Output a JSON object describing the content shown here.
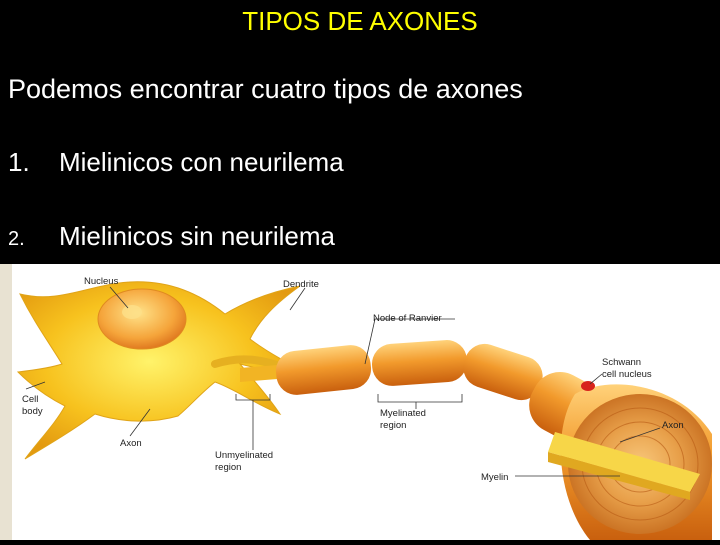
{
  "title": "TIPOS DE AXONES",
  "intro": "Podemos encontrar cuatro tipos de axones",
  "items": [
    {
      "number": "1.",
      "text": "Mielinicos con neurilema"
    },
    {
      "number": "2.",
      "text": "Mielinicos sin neurilema"
    }
  ],
  "diagram": {
    "labels": {
      "nucleus": "Nucleus",
      "dendrite": "Dendrite",
      "node": "Node of Ranvier",
      "schwann1": "Schwann",
      "schwann2": "cell nucleus",
      "cell1": "Cell",
      "cell2": "body",
      "axon_left": "Axon",
      "myelinated1": "Myelinated",
      "myelinated2": "region",
      "unmyelinated1": "Unmyelinated",
      "unmyelinated2": "region",
      "axon_right": "Axon",
      "myelin": "Myelin"
    },
    "colors": {
      "background": "#ffffff",
      "cell": "#f7c21e",
      "sheath": "#f29a2c",
      "sheath_dark": "#d66a12"
    }
  }
}
